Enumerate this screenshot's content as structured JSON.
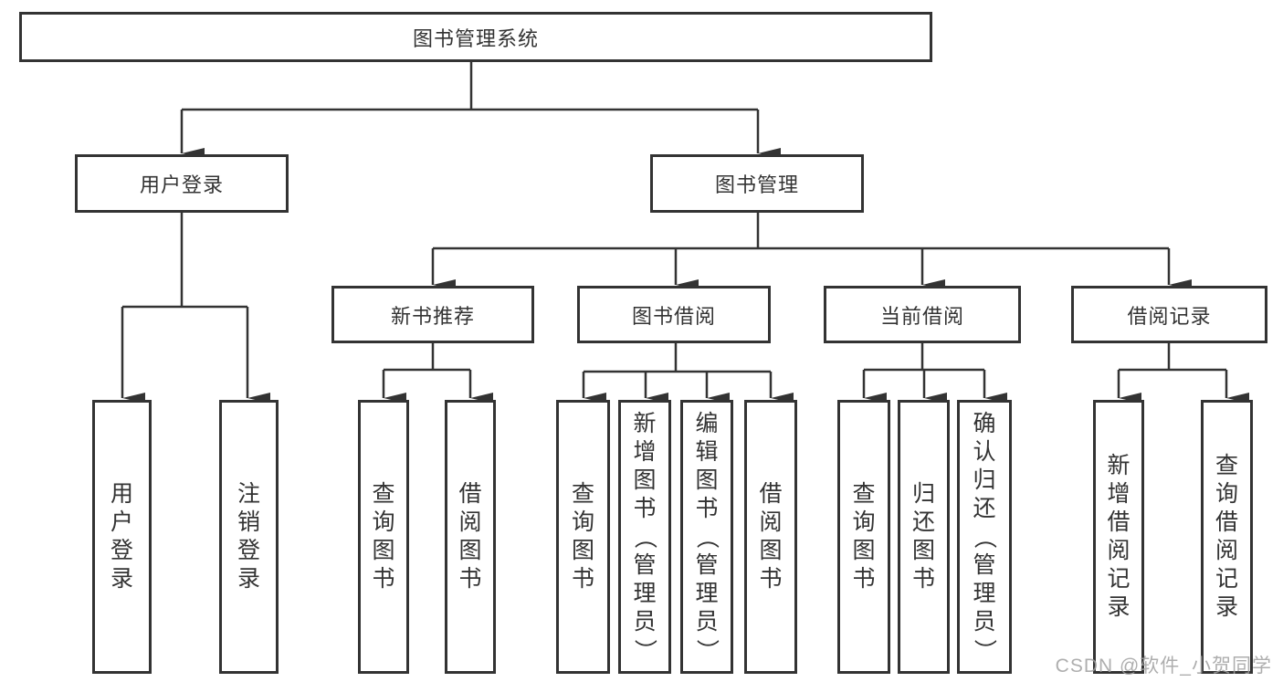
{
  "watermark": "CSDN @软件_小贺同学",
  "tree": {
    "root": "图书管理系统",
    "login": {
      "label": "用户登录",
      "children": [
        "用户登录",
        "注销登录"
      ]
    },
    "management": {
      "label": "图书管理",
      "sections": [
        {
          "label": "新书推荐",
          "children": [
            "查询图书",
            "借阅图书"
          ]
        },
        {
          "label": "图书借阅",
          "children": [
            "查询图书",
            "新增图书（管理员）",
            "编辑图书（管理员）",
            "借阅图书"
          ]
        },
        {
          "label": "当前借阅",
          "children": [
            "查询图书",
            "归还图书",
            "确认归还（管理员）"
          ]
        },
        {
          "label": "借阅记录",
          "children": [
            "新增借阅记录",
            "查询借阅记录"
          ]
        }
      ]
    }
  }
}
